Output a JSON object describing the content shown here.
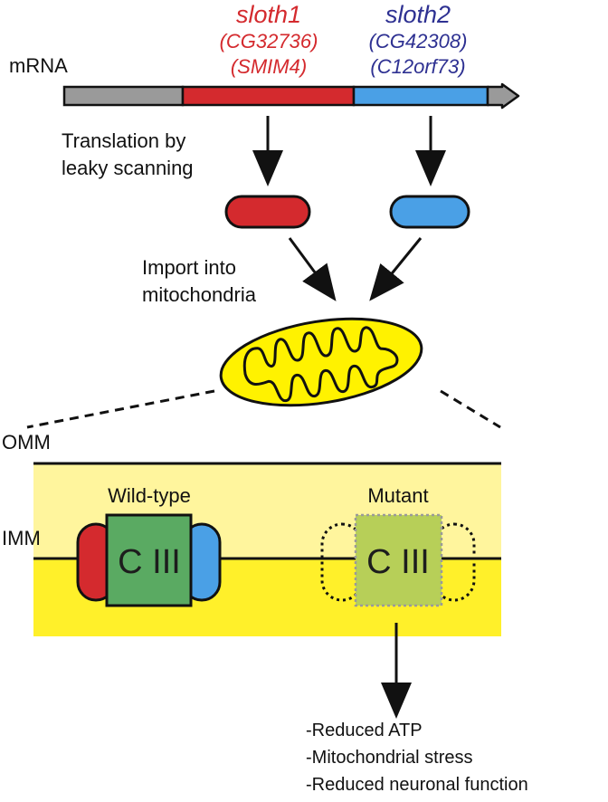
{
  "genes": {
    "sloth1": {
      "name": "sloth1",
      "alias1": "(CG32736)",
      "alias2": "(SMIM4)"
    },
    "sloth2": {
      "name": "sloth2",
      "alias1": "(CG42308)",
      "alias2": "(C12orf73)"
    }
  },
  "labels": {
    "mrna": "mRNA",
    "translation_line1": "Translation by",
    "translation_line2": "leaky scanning",
    "import_line1": "Import into",
    "import_line2": "mitochondria",
    "omm": "OMM",
    "imm": "IMM",
    "wild_type": "Wild-type",
    "mutant": "Mutant",
    "complex_wt": "C III",
    "complex_mutant": "C III"
  },
  "outcomes": [
    "-Reduced ATP",
    "-Mitochondrial stress",
    "-Reduced neuronal function"
  ],
  "colors": {
    "sloth1": "#d42a2e",
    "sloth2": "#4aa0e6",
    "sloth1_text": "#d42a2e",
    "sloth2_text": "#2e3192",
    "utr": "#9a9a9a",
    "mito_fill": "#fff200",
    "membrane_outer": "#fff59d",
    "membrane_inner": "#fff02a",
    "complex_wt": "#5aaa62",
    "complex_mutant": "#b7cf58"
  }
}
